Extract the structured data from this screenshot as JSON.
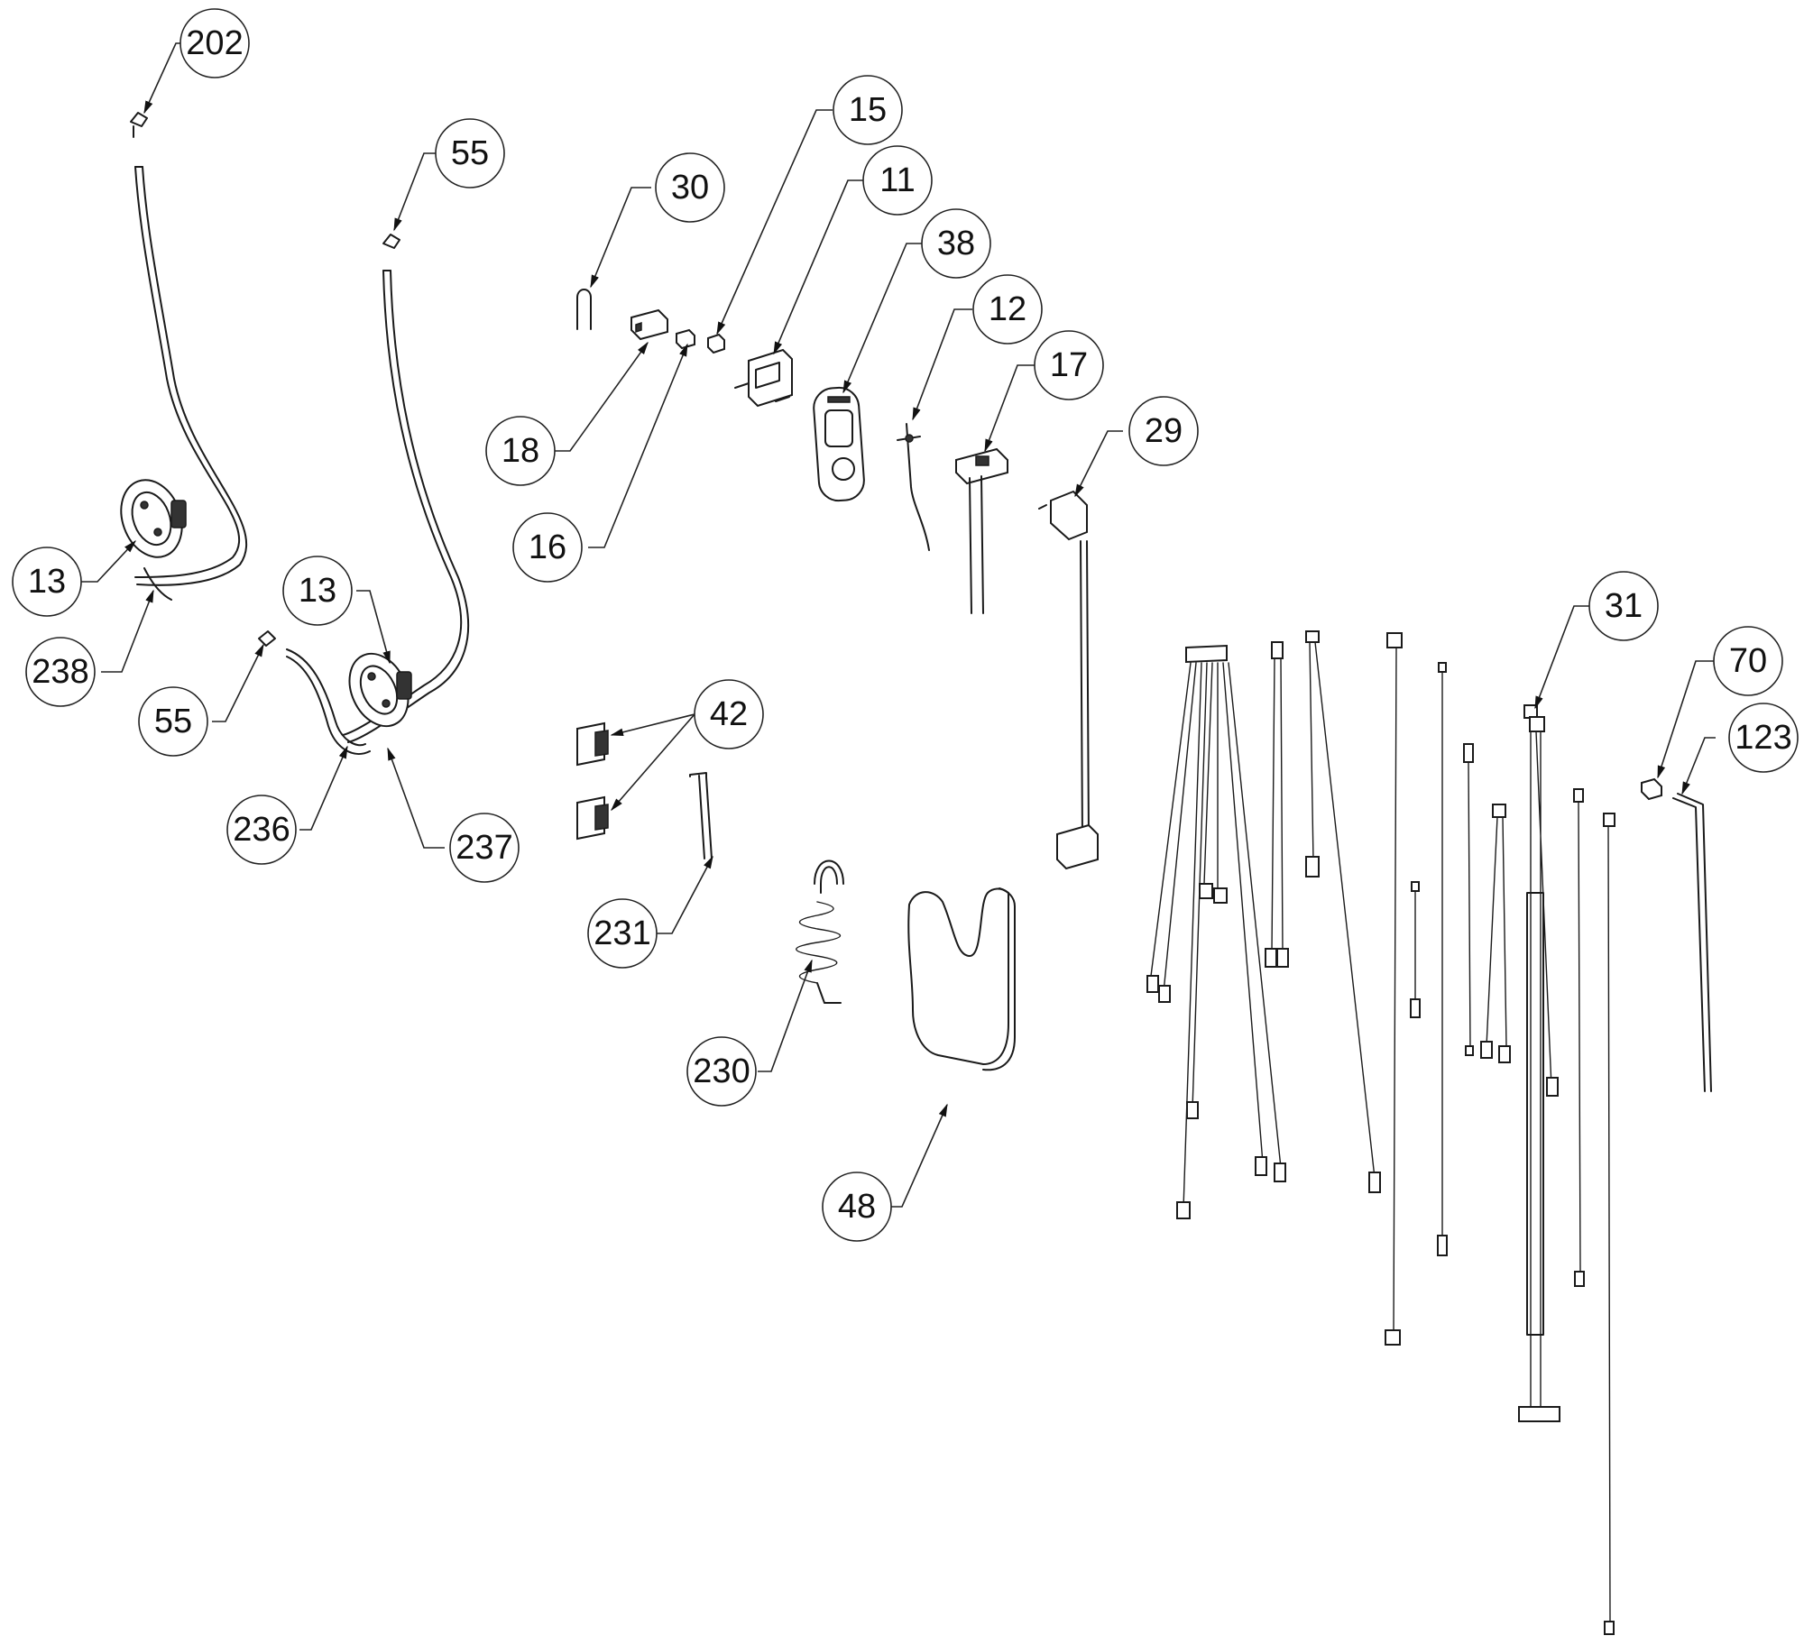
{
  "callouts": [
    {
      "id": "c202",
      "label": "202"
    },
    {
      "id": "c55a",
      "label": "55"
    },
    {
      "id": "c30",
      "label": "30"
    },
    {
      "id": "c15",
      "label": "15"
    },
    {
      "id": "c11",
      "label": "11"
    },
    {
      "id": "c38",
      "label": "38"
    },
    {
      "id": "c12",
      "label": "12"
    },
    {
      "id": "c17",
      "label": "17"
    },
    {
      "id": "c29",
      "label": "29"
    },
    {
      "id": "c18",
      "label": "18"
    },
    {
      "id": "c16",
      "label": "16"
    },
    {
      "id": "c13a",
      "label": "13"
    },
    {
      "id": "c238",
      "label": "238"
    },
    {
      "id": "c13b",
      "label": "13"
    },
    {
      "id": "c55b",
      "label": "55"
    },
    {
      "id": "c236",
      "label": "236"
    },
    {
      "id": "c237",
      "label": "237"
    },
    {
      "id": "c42",
      "label": "42"
    },
    {
      "id": "c231",
      "label": "231"
    },
    {
      "id": "c230",
      "label": "230"
    },
    {
      "id": "c48",
      "label": "48"
    },
    {
      "id": "c31",
      "label": "31"
    },
    {
      "id": "c70",
      "label": "70"
    },
    {
      "id": "c123",
      "label": "123"
    }
  ],
  "icons": {
    "pressure_switch": "pressure-switch-icon",
    "hose": "hose-icon",
    "connector": "connector-icon",
    "control_panel": "control-panel-icon",
    "power_cord": "power-cord-icon",
    "wire_harness": "wire-harness-icon",
    "hinge": "hinge-icon",
    "spring": "spring-icon",
    "insulation": "insulation-pad-icon",
    "probe": "temperature-probe-icon"
  }
}
